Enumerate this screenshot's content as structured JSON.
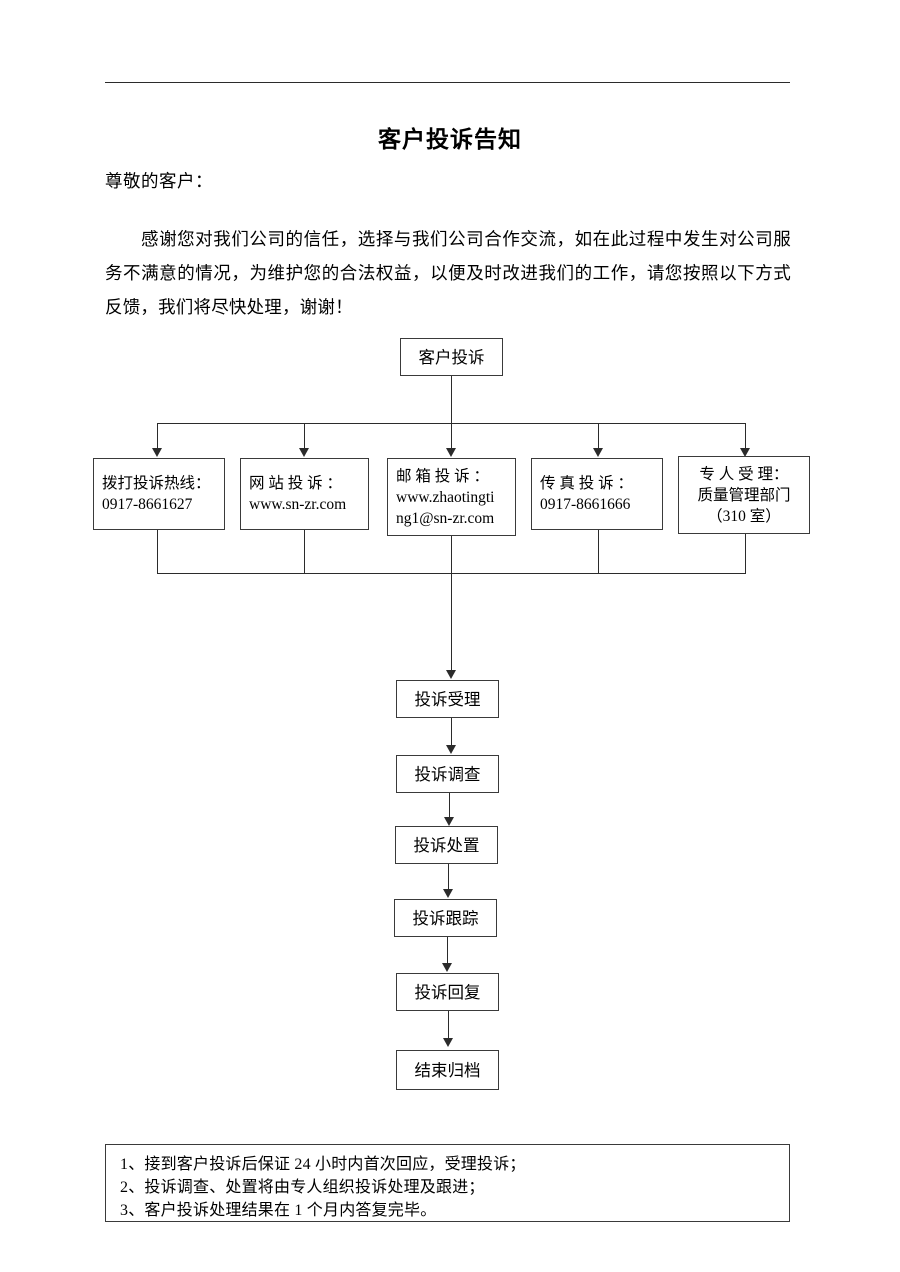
{
  "document": {
    "title": "客户投诉告知",
    "salutation": "尊敬的客户：",
    "body": "感谢您对我们公司的信任，选择与我们公司合作交流，如在此过程中发生对公司服务不满意的情况，为维护您的合法权益，以便及时改进我们的工作，请您按照以下方式反馈，我们将尽快处理，谢谢！"
  },
  "flowchart": {
    "start": {
      "label": "客户投诉"
    },
    "channels": [
      {
        "line1": "拨打投诉热线：",
        "line2": "0917-8661627",
        "line3": ""
      },
      {
        "line1": "网 站 投 诉 ：",
        "line2": "www.sn-zr.com",
        "line3": ""
      },
      {
        "line1": "邮 箱 投 诉 ：",
        "line2": "www.zhaotingti",
        "line3": "ng1@sn-zr.com"
      },
      {
        "line1": "传 真 投 诉 ：",
        "line2": "0917-8661666",
        "line3": ""
      },
      {
        "line1": "专 人 受 理：",
        "line2": "质量管理部门",
        "line3": "（310 室）"
      }
    ],
    "steps": [
      {
        "label": "投诉受理"
      },
      {
        "label": "投诉调查"
      },
      {
        "label": "投诉处置"
      },
      {
        "label": "投诉跟踪"
      },
      {
        "label": "投诉回复"
      },
      {
        "label": "结束归档"
      }
    ]
  },
  "notes": [
    "1、接到客户投诉后保证 24 小时内首次回应，受理投诉；",
    "2、投诉调查、处置将由专人组织投诉处理及跟进；",
    "3、客户投诉处理结果在 1 个月内答复完毕。"
  ],
  "colors": {
    "text": "#000000",
    "line": "#2b2b2b",
    "border": "#3a3a3a",
    "background": "#ffffff"
  }
}
